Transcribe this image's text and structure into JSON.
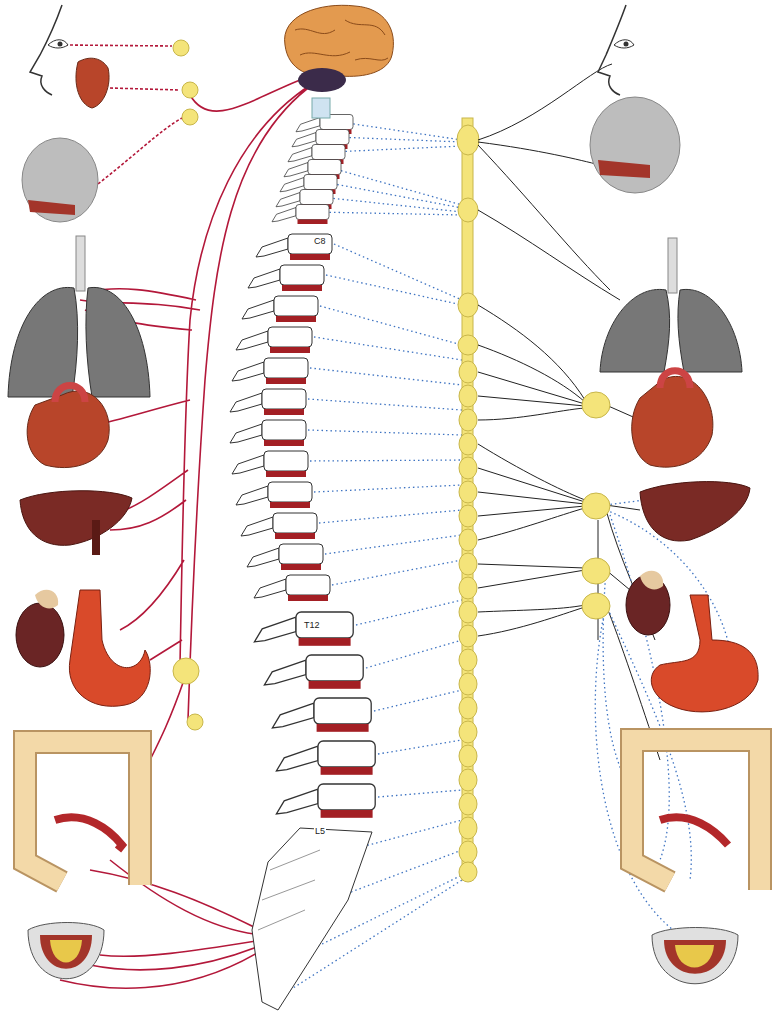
{
  "diagram": {
    "labels": [
      "C8",
      "T12",
      "L5"
    ]
  }
}
